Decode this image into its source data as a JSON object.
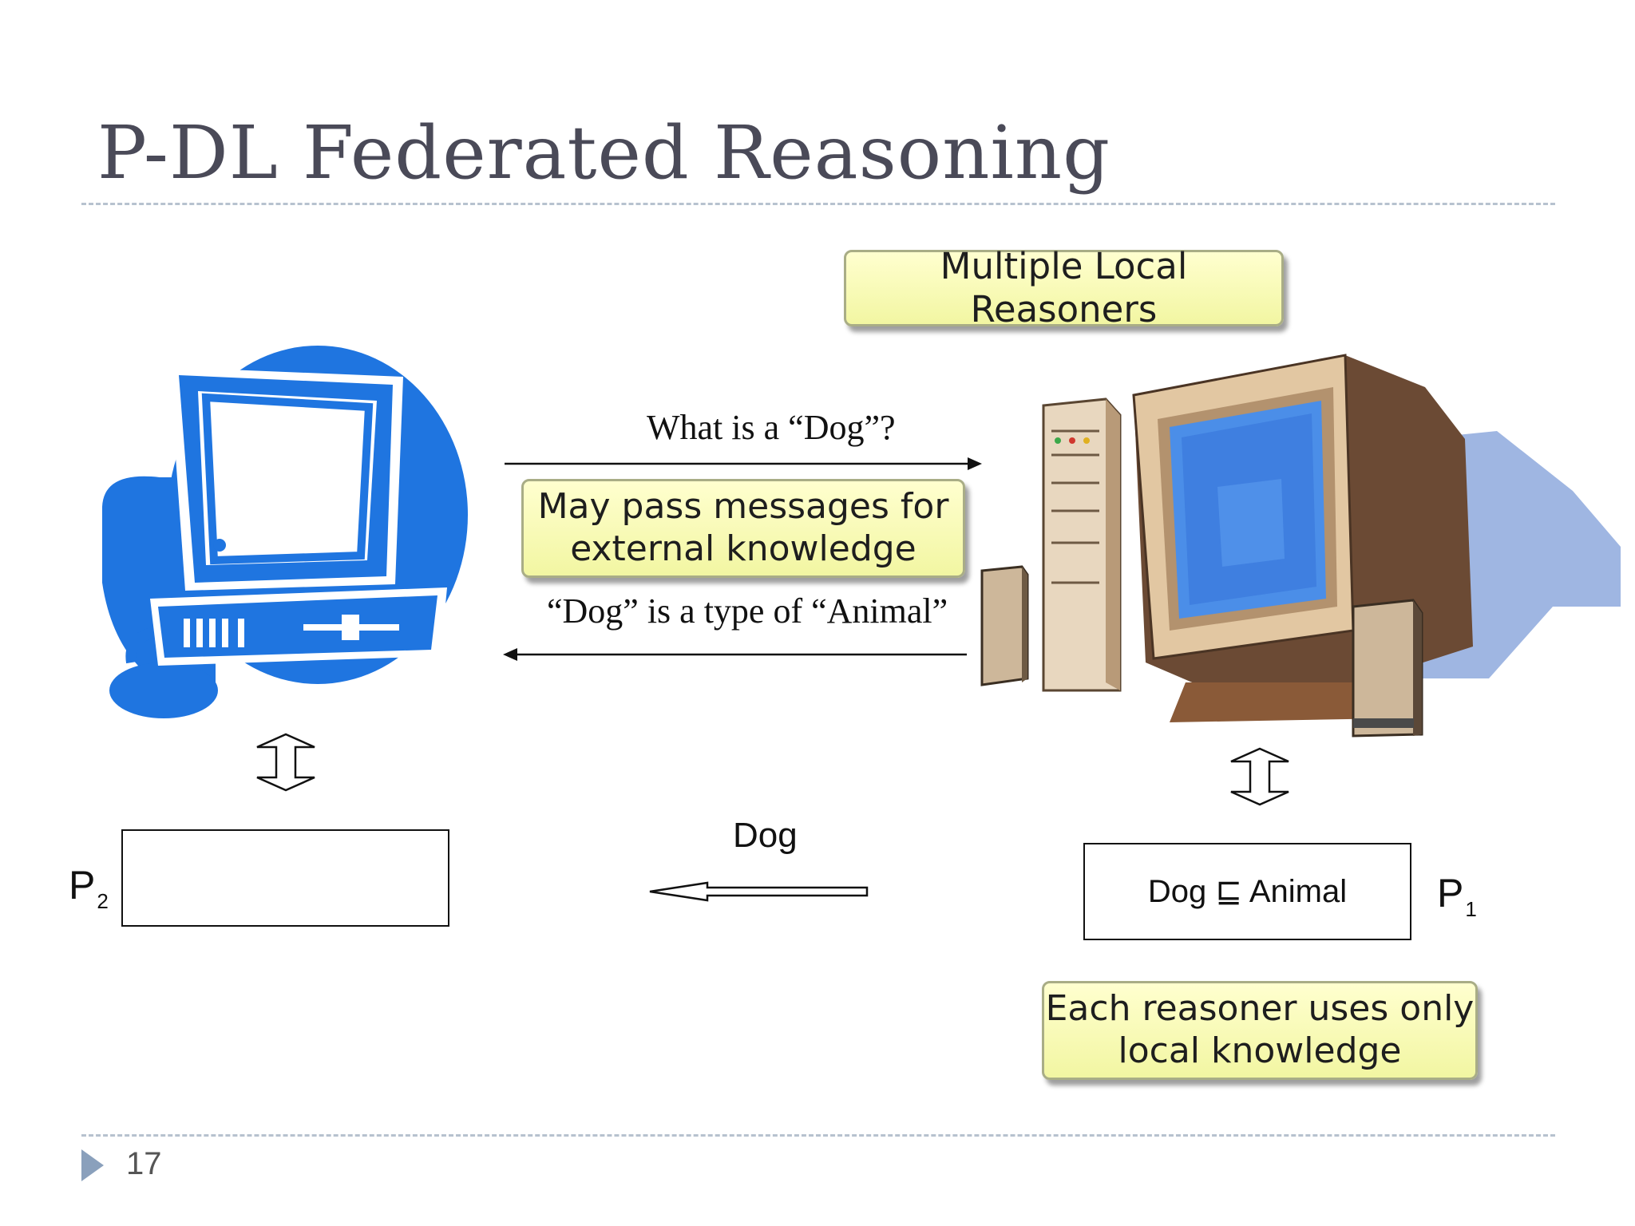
{
  "slide": {
    "title": "P-DL Federated Reasoning",
    "page_number": "17"
  },
  "callouts": {
    "multiple_reasoners": "Multiple Local Reasoners",
    "pass_messages_line1": "May pass messages for",
    "pass_messages_line2": "external knowledge",
    "local_knowledge_line1": "Each reasoner uses only",
    "local_knowledge_line2": "local knowledge"
  },
  "messages": {
    "query": "What is a  “Dog”?",
    "answer": "“Dog” is a type of “Animal”"
  },
  "packages": {
    "p2": {
      "label": "P",
      "subscript": "2",
      "content": ""
    },
    "p1": {
      "label": "P",
      "subscript": "1",
      "content": "Dog ⊑ Animal"
    }
  },
  "transfer": {
    "term": "Dog"
  },
  "colors": {
    "title": "#4a4a58",
    "callout_fill": "#f4f8a8",
    "computer_blue": "#1f75e0",
    "dashed_rule": "#b7c2cf",
    "bullet": "#8aa0bc"
  },
  "icons": {
    "left_computer": "blue-desktop-computer-icon",
    "right_computer": "crt-desktop-computer-icon",
    "bullet": "triangle-bullet-icon"
  }
}
